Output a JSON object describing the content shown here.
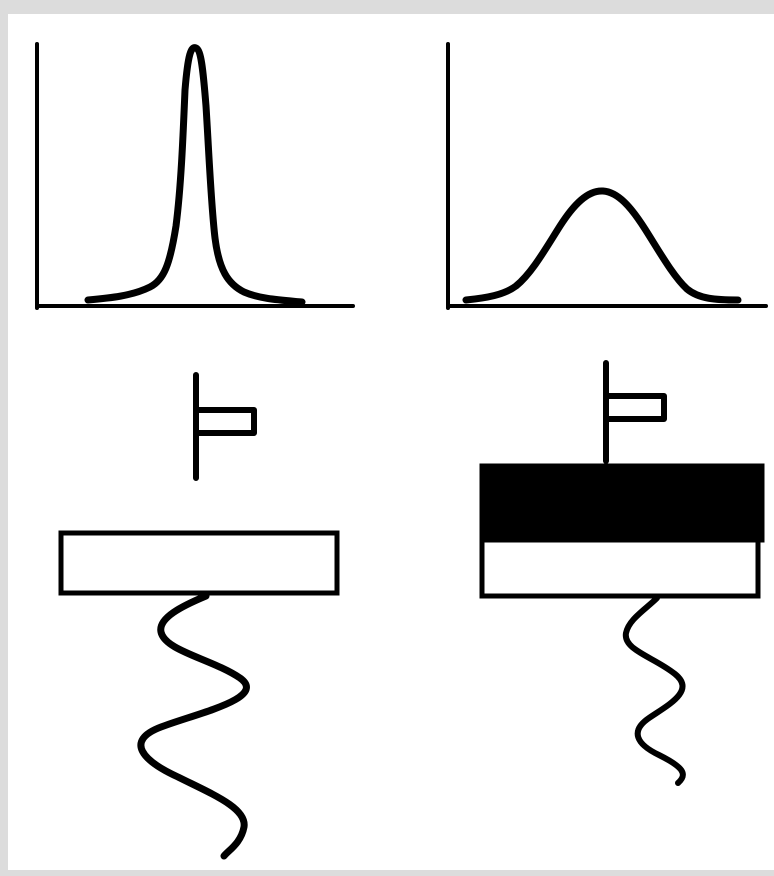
{
  "diagram": {
    "panels": [
      {
        "id": "left",
        "peak": "narrow",
        "sample": "single-layer"
      },
      {
        "id": "right",
        "peak": "broad",
        "sample": "two-layer"
      }
    ],
    "colors": {
      "background": "#ffffff",
      "frame": "#dcdcdc",
      "ink": "#000000",
      "dark_layer": "#000000",
      "light_layer": "#ffffff"
    }
  }
}
